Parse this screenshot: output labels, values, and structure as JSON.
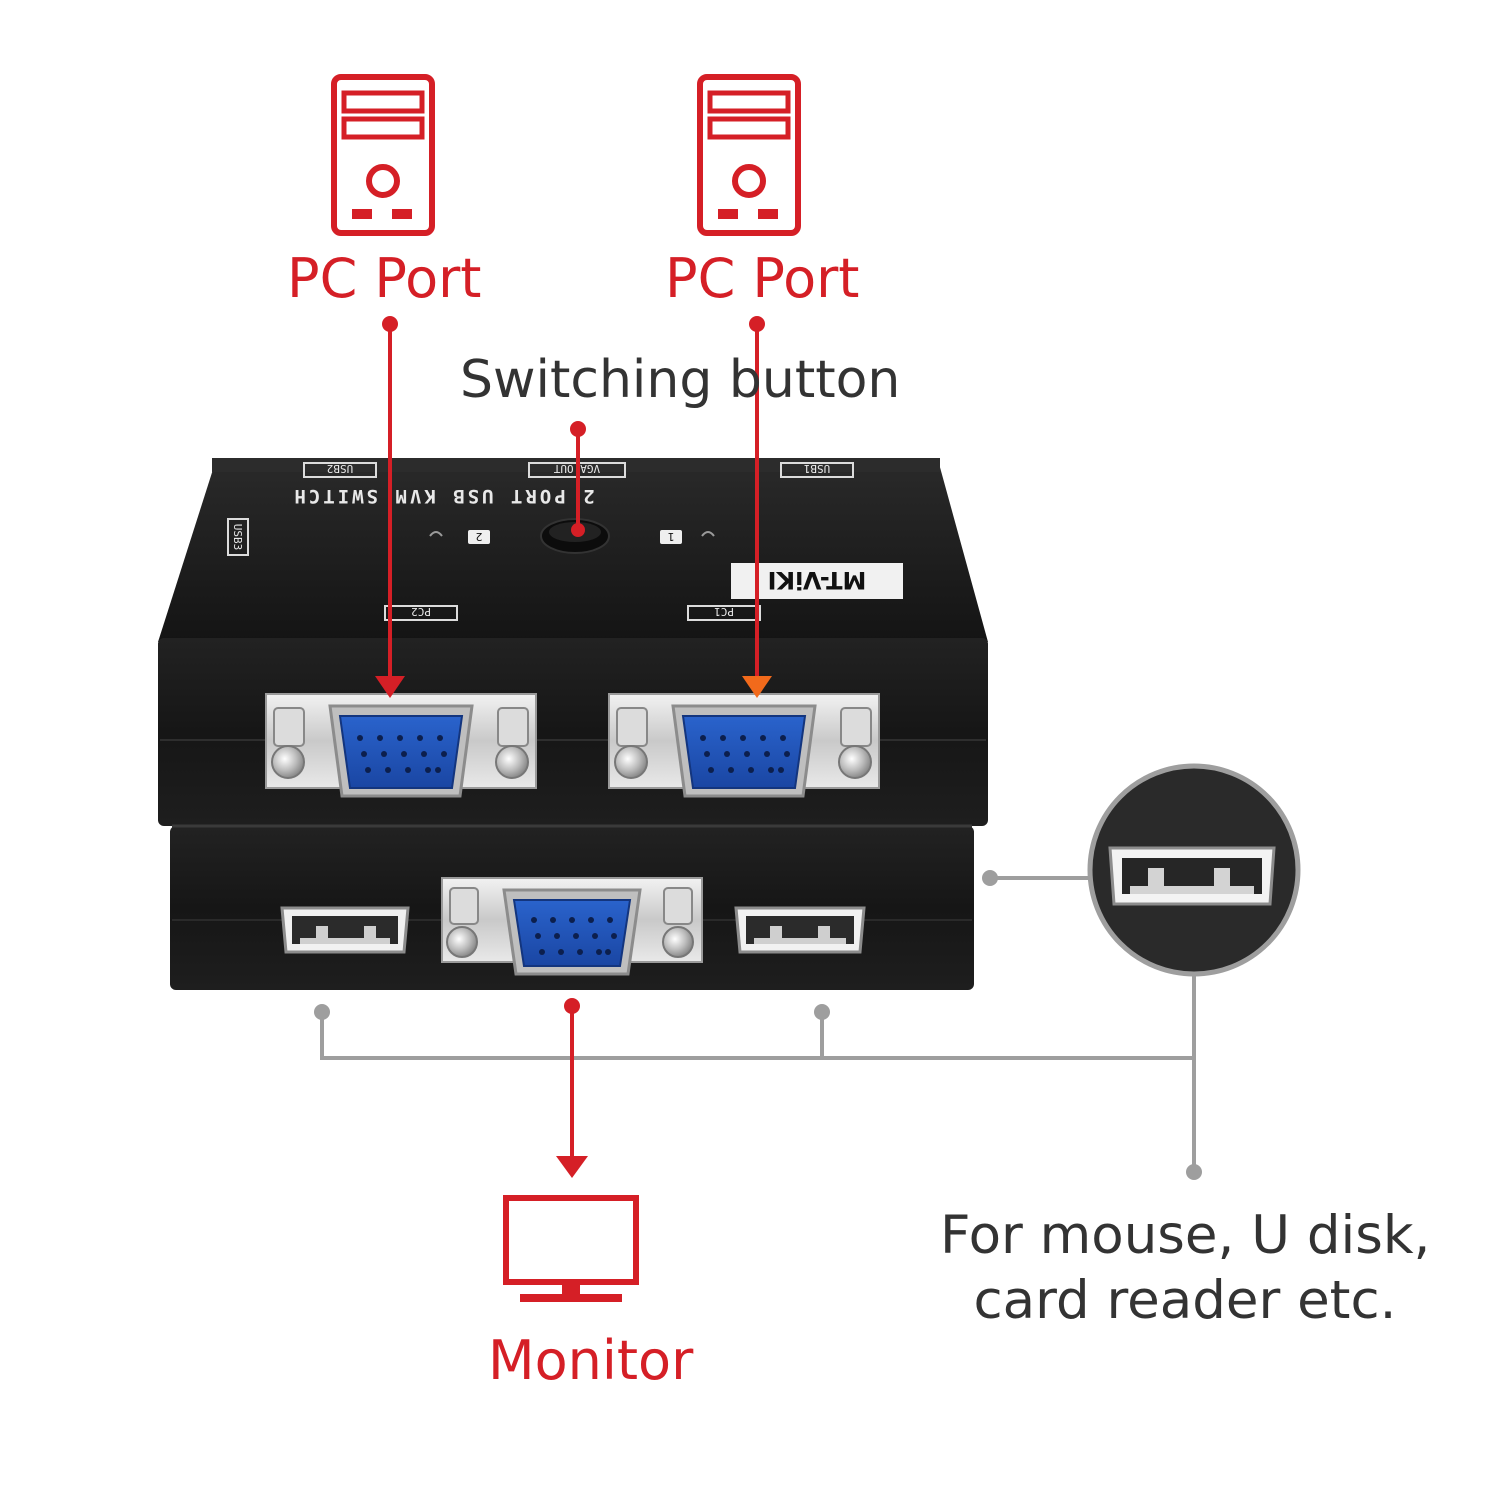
{
  "labels": {
    "pc_port_left": "PC Port",
    "pc_port_right": "PC Port",
    "switching_button": "Switching button",
    "monitor": "Monitor",
    "usb_note_line1": "For mouse, U disk,",
    "usb_note_line2": "card reader etc."
  },
  "device": {
    "brand": "MT-ViKI",
    "model_text": "2 PORT USB KVM SWITCH",
    "top_labels": [
      "USB2",
      "VGA OUT",
      "USB1"
    ],
    "side_label": "USB3",
    "port_labels": [
      "PC2",
      "PC1"
    ],
    "indicators": [
      "2",
      "1"
    ]
  },
  "colors": {
    "accent_red": "#d51f26",
    "arrow_orange": "#f26a1b",
    "leader_gray": "#9e9e9e",
    "device_black": "#1b1b1b",
    "vga_blue": "#1f52b8"
  },
  "icons": {
    "pc_icon": "pc-tower-icon",
    "monitor_icon": "monitor-icon"
  }
}
